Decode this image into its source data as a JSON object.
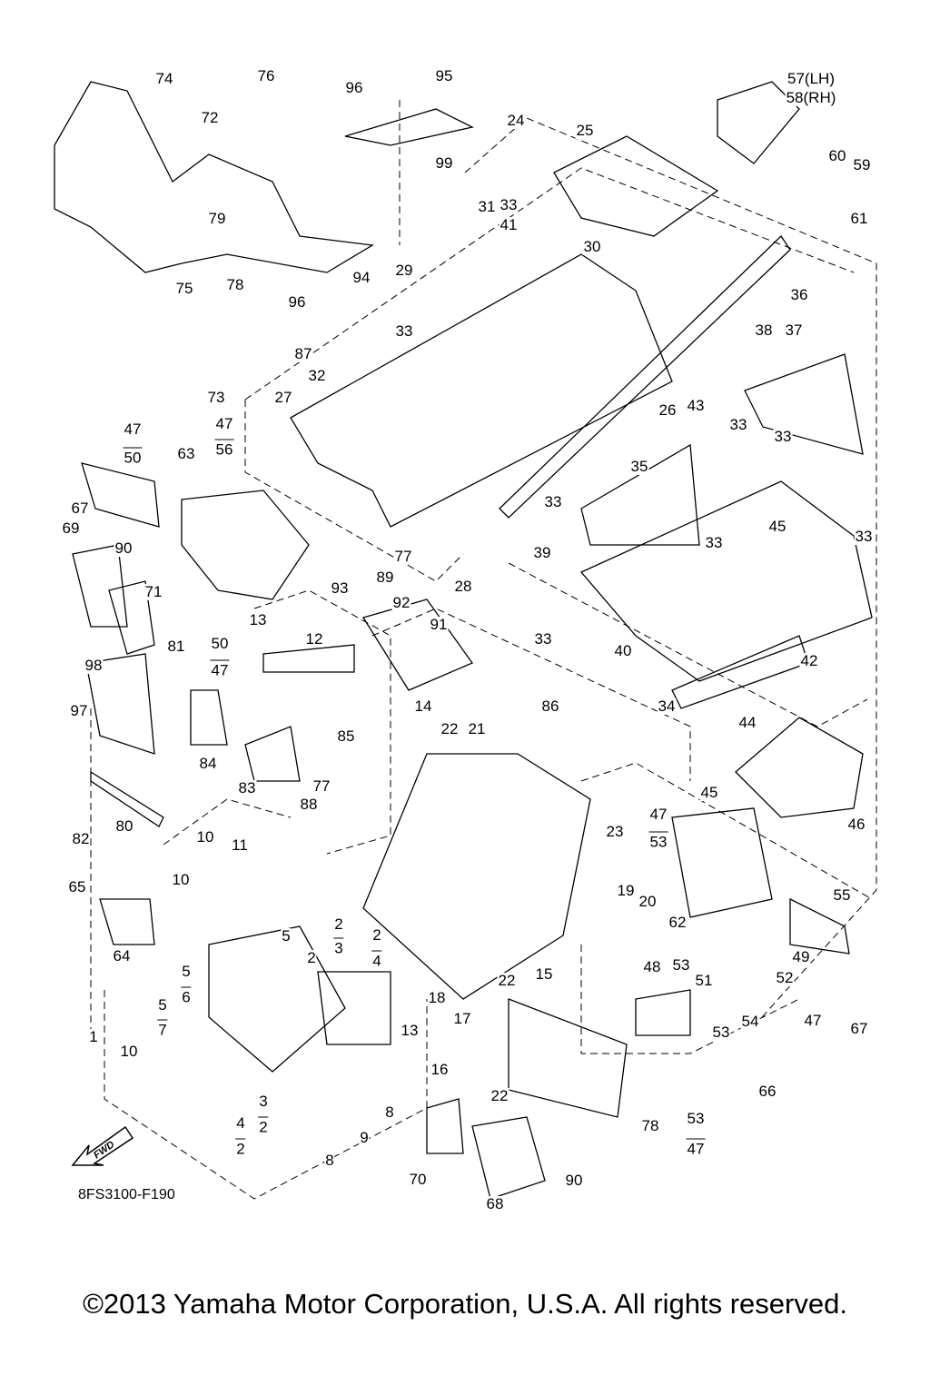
{
  "diagram": {
    "callouts": [
      "74",
      "76",
      "96",
      "95",
      "57(LH)",
      "58(RH)",
      "72",
      "24",
      "25",
      "99",
      "60",
      "59",
      "31",
      "33",
      "41",
      "61",
      "79",
      "30",
      "29",
      "78",
      "94",
      "75",
      "96",
      "33",
      "36",
      "38",
      "37",
      "87",
      "32",
      "27",
      "73",
      "43",
      "26",
      "47",
      "50",
      "47",
      "56",
      "63",
      "33",
      "33",
      "67",
      "35",
      "69",
      "33",
      "45",
      "33",
      "33",
      "90",
      "77",
      "39",
      "89",
      "28",
      "71",
      "93",
      "92",
      "91",
      "13",
      "12",
      "50",
      "47",
      "81",
      "33",
      "40",
      "42",
      "98",
      "34",
      "14",
      "86",
      "22",
      "21",
      "85",
      "97",
      "84",
      "83",
      "77",
      "44",
      "45",
      "46",
      "47",
      "53",
      "88",
      "82",
      "80",
      "23",
      "10",
      "11",
      "10",
      "65",
      "19",
      "20",
      "55",
      "62",
      "64",
      "5",
      "2",
      "2",
      "3",
      "2",
      "4",
      "5",
      "6",
      "48",
      "53",
      "51",
      "52",
      "49",
      "15",
      "22",
      "18",
      "17",
      "5",
      "7",
      "13",
      "1",
      "10",
      "54",
      "47",
      "67",
      "53",
      "16",
      "3",
      "2",
      "4",
      "2",
      "8",
      "9",
      "22",
      "66",
      "53",
      "47",
      "78",
      "8",
      "70",
      "90",
      "68"
    ],
    "fwd_label": "FWD",
    "diagram_code": "8FS3100-F190"
  },
  "footer": {
    "copyright": "©2013 Yamaha Motor Corporation, U.S.A. All rights reserved."
  }
}
